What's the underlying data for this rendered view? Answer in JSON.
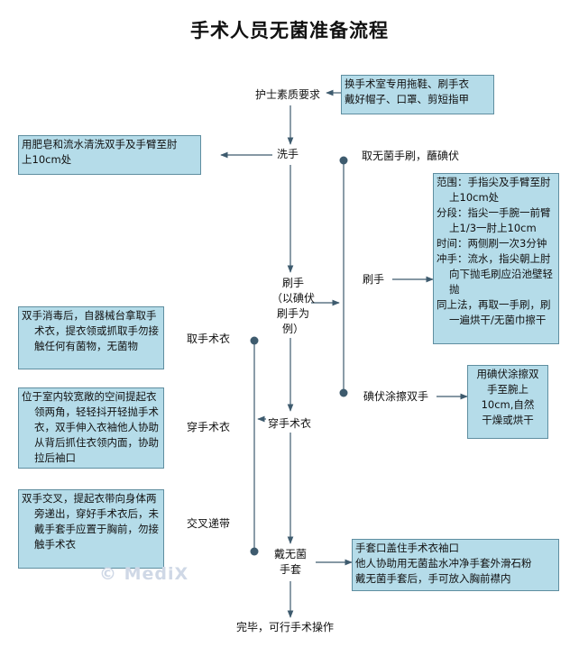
{
  "title": "手术人员无菌准备流程",
  "main_steps": {
    "nurse": "护士素质要求",
    "wash": "洗手",
    "scrub": "刷手\n（以碘伏\n刷手为\n例）",
    "gown": "穿手术衣",
    "gloves": "戴无菌\n手套",
    "done": "完毕，可行手术操作"
  },
  "side_labels": {
    "brush_take": "取无菌手刷，蘸碘伏",
    "brush": "刷手",
    "iodine": "碘伏涂擦双手",
    "take_gown": "取手术衣",
    "wear_gown": "穿手术衣",
    "cross_belt": "交叉递带"
  },
  "boxes": {
    "nurse_req": "换手术室专用拖鞋、刷手衣\n戴好帽子、口罩、剪短指甲",
    "wash_detail": "用肥皂和流水清洗双手及手臂至肘\n上10cm处",
    "brush_detail": [
      "范围：手指尖及手臂至肘上10cm处",
      "分段：指尖一手腕一前臂上1/3一肘上10cm",
      "时间：两侧刷一次3分钟",
      "冲手：流水，指尖朝上肘向下抛毛刷应沿池壁轻抛",
      "同上法，再取一手刷，刷一遍烘干/无菌巾擦干"
    ],
    "iodine_detail": "用碘伏涂擦双\n手至腕上\n10cm,自然\n干燥或烘干",
    "take_gown_detail": "双手消毒后，自器械台拿取手术衣，提衣领或抓取手勿接触任何有菌物，无菌物",
    "wear_gown_detail": "位于室内较宽敞的空间提起衣领两角，轻轻抖开轻抛手术衣，双手伸入衣袖他人协助从背后抓住衣领内面，协助拉后袖口",
    "cross_belt_detail": "双手交叉，提起衣带向身体两旁递出，穿好手术衣后，未戴手套手应置于胸前，勿接触手术衣",
    "gloves_detail": "手套口盖住手术衣袖口\n他人协助用无菌盐水冲净手套外滑石粉\n戴无菌手套后，手可放入胸前襟内"
  },
  "watermark": "© MediX",
  "colors": {
    "box_fill": "#b5dce9",
    "box_border": "#5f8ea0",
    "line": "#3e5b6e"
  }
}
